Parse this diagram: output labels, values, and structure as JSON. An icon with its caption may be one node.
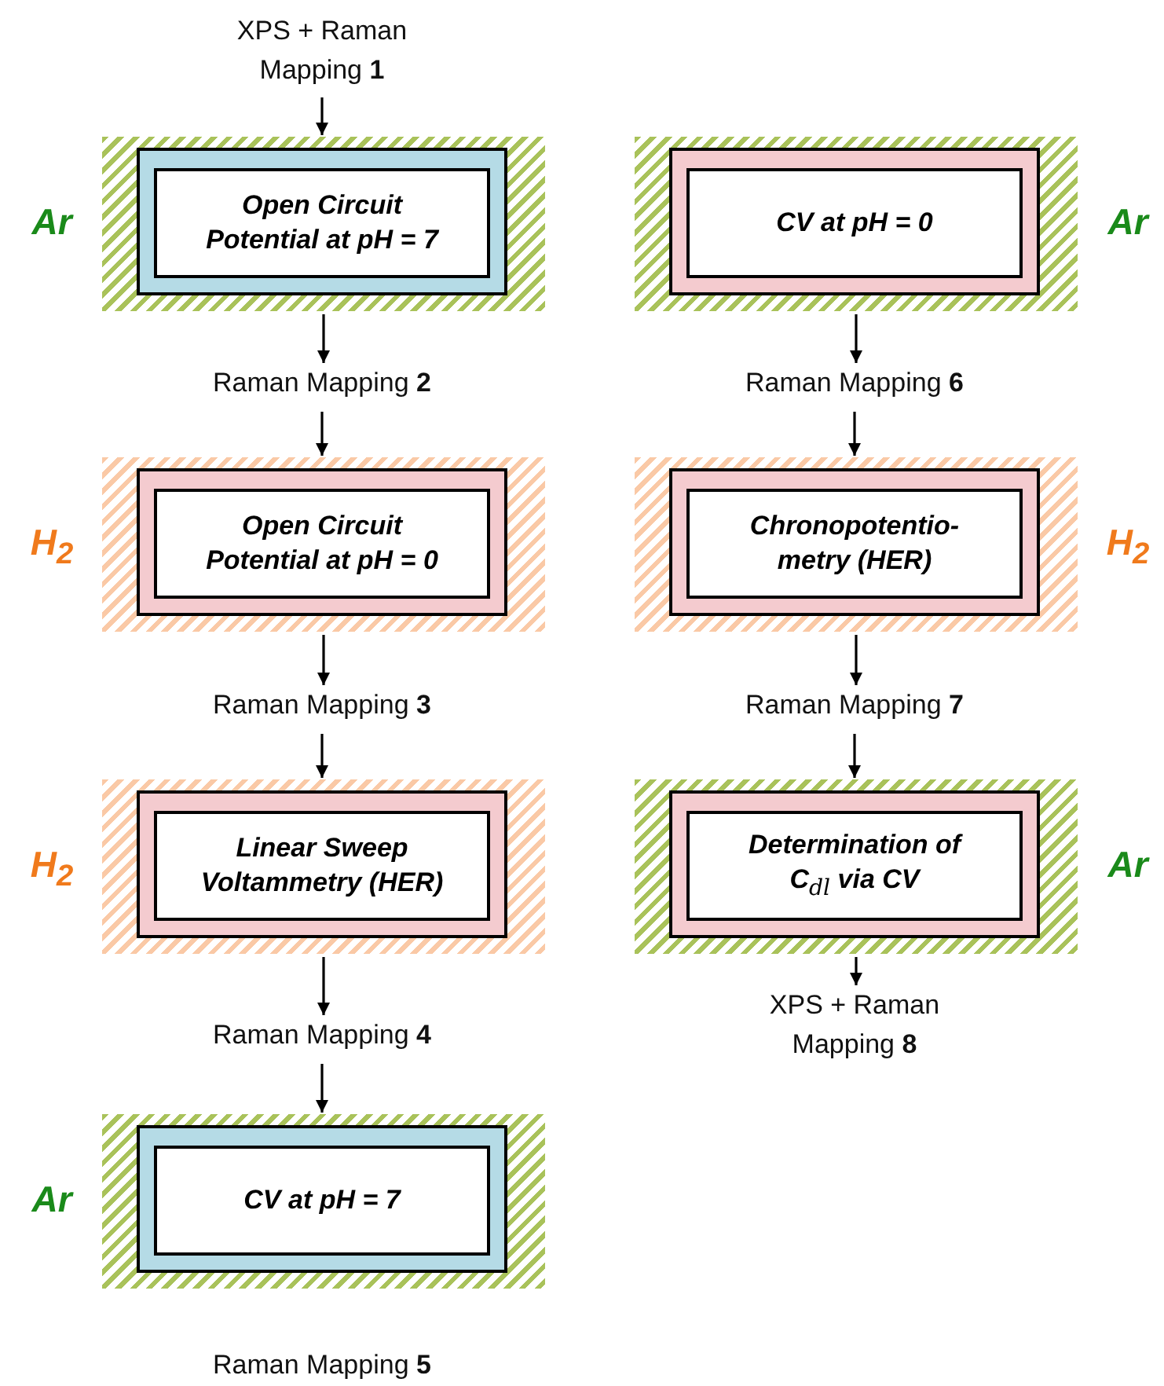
{
  "diagram": {
    "nodes": [
      {
        "text": [
          "XPS + Raman Mapping **1**"
        ]
      },
      {
        "text": [],
        "shape": "box",
        "beside": [
          "Ar"
        ]
      },
      {
        "text": [],
        "shape": "box",
        "in": 1
      },
      {
        "text": [
          "Open Circuit Potential at pH = 7"
        ],
        "in": 2
      },
      {
        "text": [
          "Raman Mapping **2**"
        ]
      },
      {
        "text": [],
        "shape": "box",
        "beside": [
          "H$_{2}$"
        ]
      },
      {
        "text": [],
        "shape": "box",
        "in": 5
      },
      {
        "text": [
          "Open Circuit Potential at pH = 0"
        ],
        "in": 6
      },
      {
        "text": [
          "Raman Mapping **3**"
        ]
      },
      {
        "text": [],
        "shape": "box",
        "beside": [
          "H$_{2}$"
        ]
      },
      {
        "text": [],
        "shape": "box",
        "in": 9
      },
      {
        "text": [
          "Linear Sweep Voltammetry (HER)"
        ],
        "in": 10
      },
      {
        "text": [
          "Raman Mapping **4**"
        ]
      },
      {
        "text": [],
        "shape": "box",
        "beside": [
          "Ar"
        ]
      },
      {
        "text": [],
        "shape": "box",
        "in": 13
      },
      {
        "text": [
          "CV at pH = 7"
        ],
        "in": 14
      },
      {
        "text": [],
        "shape": "box",
        "beside": [
          "Ar"
        ]
      },
      {
        "text": [],
        "shape": "box",
        "in": 16
      },
      {
        "text": [
          "CV at pH = 0"
        ],
        "in": 17
      },
      {
        "text": [
          "Raman Mapping **6**"
        ]
      },
      {
        "text": [],
        "shape": "box",
        "beside": [
          "H$_{2}$"
        ]
      },
      {
        "text": [],
        "shape": "box",
        "in": 20
      },
      {
        "text": [
          "Chronopotentio-metry (HER)"
        ],
        "in": 21
      },
      {
        "text": [
          "Raman Mapping **7**"
        ]
      },
      {
        "text": [],
        "shape": "box",
        "beside": [
          "Ar"
        ]
      },
      {
        "text": [],
        "shape": "box",
        "in": 24
      },
      {
        "text": [
          "Determination of *C*$_{dl}$ via CV"
        ],
        "in": 25
      },
      {
        "text": [
          "XPS + Raman Mapping **8**"
        ]
      }
    ],
    "edges": [
      {
        "from": 0,
        "to": 1,
        "arrow": "to"
      },
      {
        "from": 1,
        "to": 4,
        "arrow": "to"
      },
      {
        "from": 4,
        "to": 5,
        "arrow": "to"
      },
      {
        "from": 5,
        "to": 8,
        "arrow": "to"
      },
      {
        "from": 8,
        "to": 9,
        "arrow": "to"
      },
      {
        "from": 9,
        "to": 12,
        "arrow": "to"
      },
      {
        "from": 12,
        "to": 13,
        "arrow": "to"
      },
      {
        "from": 16,
        "to": 19,
        "arrow": "to"
      },
      {
        "from": 19,
        "to": 20,
        "arrow": "to"
      },
      {
        "from": 20,
        "to": 23,
        "arrow": "to"
      },
      {
        "from": 23,
        "to": 24,
        "arrow": "to"
      },
      {
        "from": 24,
        "to": 27,
        "arrow": "to"
      }
    ],
    "labels": [
      "Raman Mapping **5**"
    ]
  }
}
